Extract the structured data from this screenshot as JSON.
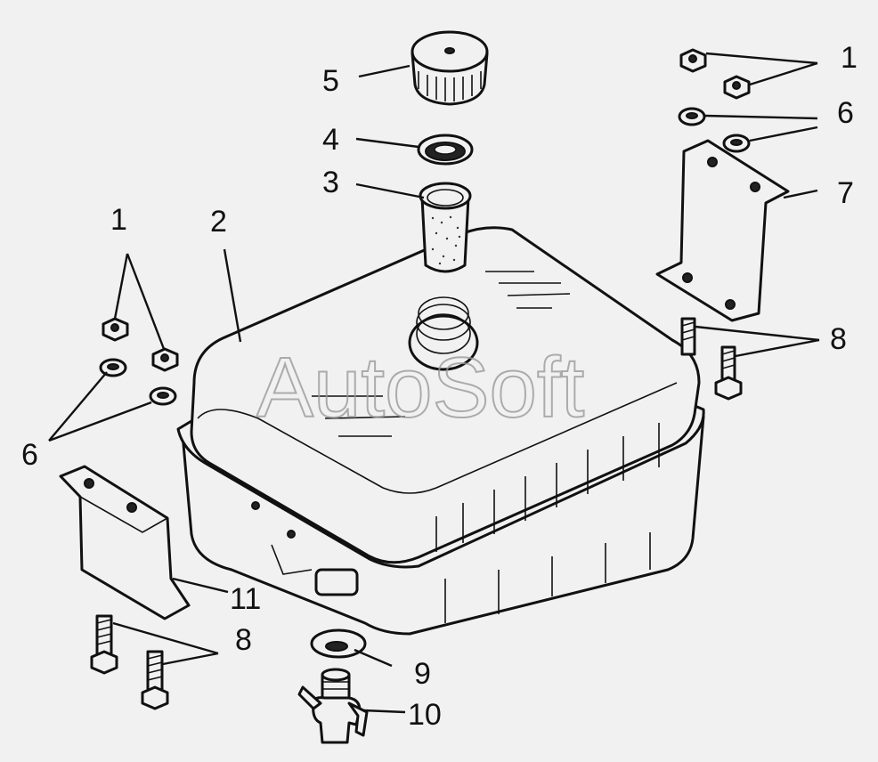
{
  "watermark": "AutoSoft",
  "callouts": [
    {
      "id": "c5",
      "label": "5"
    },
    {
      "id": "c4",
      "label": "4"
    },
    {
      "id": "c3",
      "label": "3"
    },
    {
      "id": "c2",
      "label": "2"
    },
    {
      "id": "c1-left",
      "label": "1"
    },
    {
      "id": "c6-left",
      "label": "6"
    },
    {
      "id": "c1-right",
      "label": "1"
    },
    {
      "id": "c6-right",
      "label": "6"
    },
    {
      "id": "c7",
      "label": "7"
    },
    {
      "id": "c8-right",
      "label": "8"
    },
    {
      "id": "c11",
      "label": "11"
    },
    {
      "id": "c8-left",
      "label": "8"
    },
    {
      "id": "c9",
      "label": "9"
    },
    {
      "id": "c10",
      "label": "10"
    }
  ]
}
